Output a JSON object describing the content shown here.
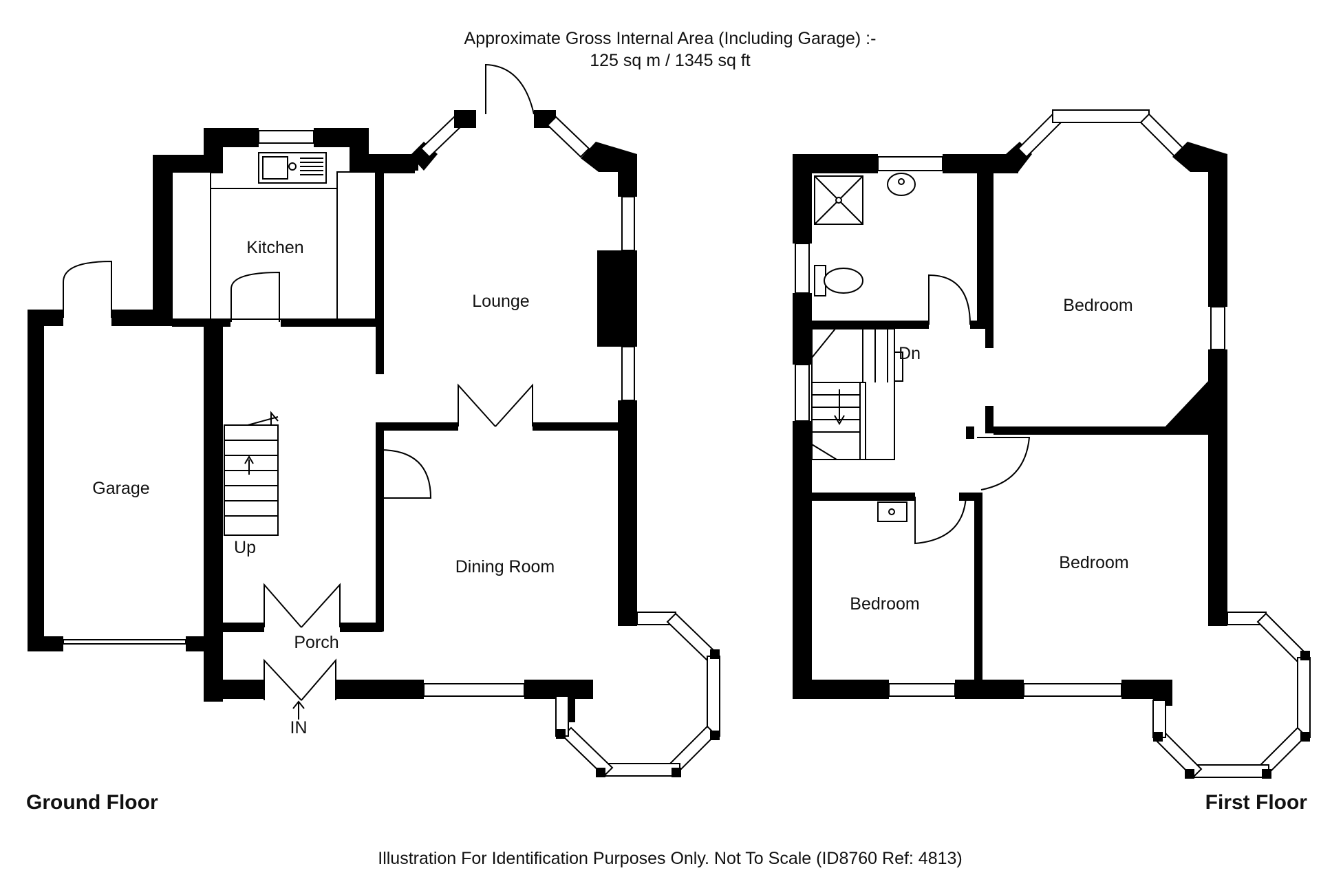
{
  "header": {
    "line1": "Approximate Gross Internal Area (Including Garage) :-",
    "line2": "125 sq m / 1345 sq ft"
  },
  "ground_floor": {
    "title": "Ground Floor",
    "rooms": {
      "kitchen": "Kitchen",
      "lounge": "Lounge",
      "garage": "Garage",
      "dining": "Dining Room",
      "porch": "Porch"
    },
    "stairs_label": "Up",
    "entrance_label": "IN"
  },
  "first_floor": {
    "title": "First Floor",
    "rooms": {
      "bedroom_rear": "Bedroom",
      "bedroom_front_right": "Bedroom",
      "bedroom_front_left": "Bedroom"
    },
    "stairs_label": "Dn"
  },
  "footer": {
    "disclaimer": "Illustration For Identification Purposes Only. Not To Scale (ID8760 Ref: 4813)"
  }
}
